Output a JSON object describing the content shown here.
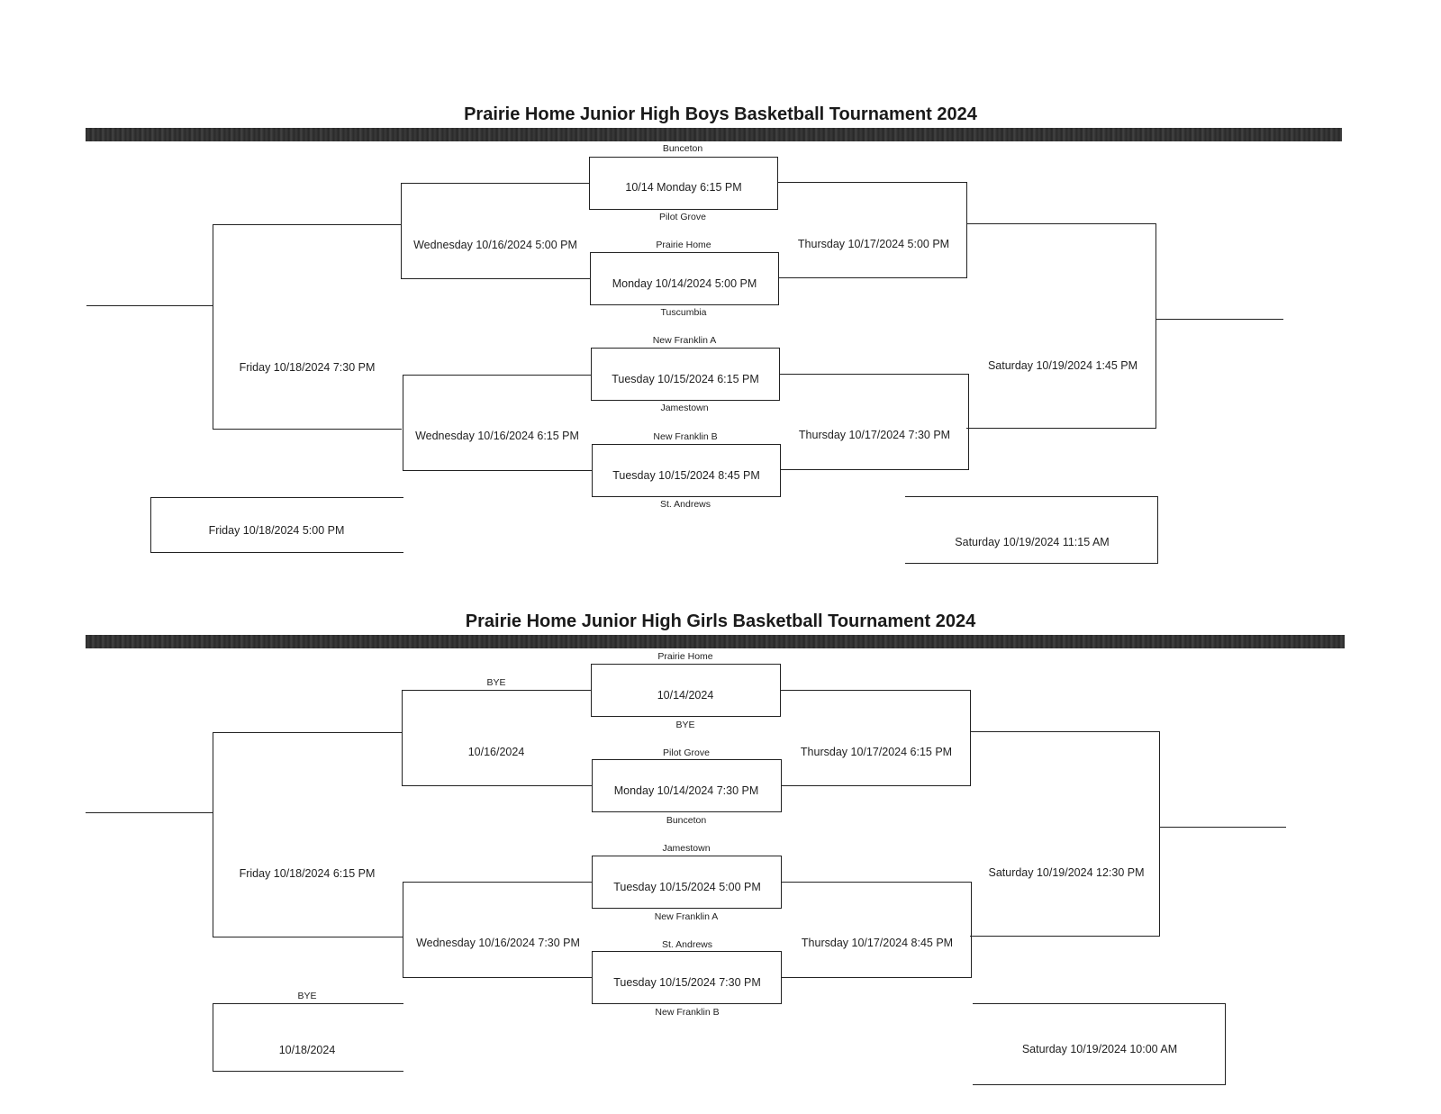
{
  "boys": {
    "title": "Prairie Home Junior High Boys Basketball Tournament 2024",
    "games": {
      "g1": "10/14 Monday 6:15 PM",
      "g2": "Monday 10/14/2024 5:00 PM",
      "g3": "Tuesday 10/15/2024 6:15 PM",
      "g4": "Tuesday 10/15/2024 8:45 PM",
      "wed1": "Wednesday 10/16/2024 5:00 PM",
      "wed2": "Wednesday 10/16/2024 6:15 PM",
      "thu1": "Thursday 10/17/2024 5:00 PM",
      "thu2": "Thursday 10/17/2024 7:30 PM",
      "fri": "Friday 10/18/2024 7:30 PM",
      "sat": "Saturday 10/19/2024 1:45 PM",
      "fri_consolation": "Friday 10/18/2024 5:00 PM",
      "sat_consolation": "Saturday 10/19/2024 11:15 AM"
    },
    "teams": {
      "g1_top": "Bunceton",
      "g1_bottom": "Pilot Grove",
      "g2_top": "Prairie Home",
      "g2_bottom": "Tuscumbia",
      "g3_top": "New Franklin A",
      "g3_bottom": "Jamestown",
      "g4_top": "New Franklin B",
      "g4_bottom": "St. Andrews"
    }
  },
  "girls": {
    "title": "Prairie Home Junior High Girls Basketball Tournament 2024",
    "games": {
      "g1": "10/14/2024",
      "g2": "Monday 10/14/2024 7:30 PM",
      "g3": "Tuesday 10/15/2024 5:00 PM",
      "g4": "Tuesday 10/15/2024 7:30 PM",
      "wed1": "10/16/2024",
      "wed2": "Wednesday 10/16/2024 7:30 PM",
      "thu1": "Thursday 10/17/2024 6:15 PM",
      "thu2": "Thursday 10/17/2024 8:45 PM",
      "fri": "Friday 10/18/2024 6:15 PM",
      "sat": "Saturday 10/19/2024 12:30 PM",
      "fri_consolation": "10/18/2024",
      "sat_consolation": "Saturday 10/19/2024 10:00 AM"
    },
    "teams": {
      "g1_top": "Prairie Home",
      "g1_bottom": "BYE",
      "g2_top": "Pilot Grove",
      "g2_bottom": "Bunceton",
      "g3_top": "Jamestown",
      "g3_bottom": "New Franklin A",
      "g4_top": "St. Andrews",
      "g4_bottom": "New Franklin B",
      "wed1_top": "BYE",
      "fri_consolation_top": "BYE"
    }
  }
}
